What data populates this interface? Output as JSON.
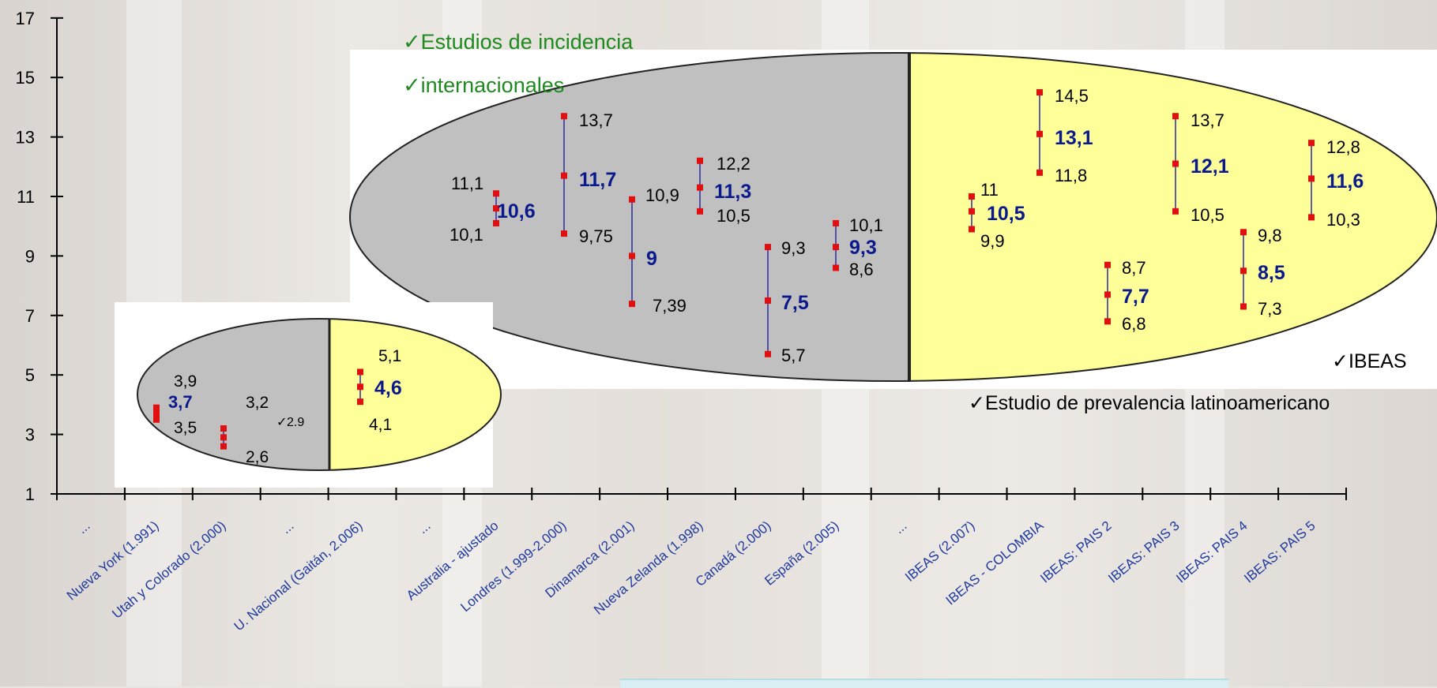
{
  "chart_data": {
    "type": "scatter",
    "subtype": "range-with-midpoint",
    "y_ticks": [
      "17",
      "15",
      "13",
      "11",
      "9",
      "7",
      "5",
      "3",
      "1"
    ],
    "ylim": [
      1,
      17
    ],
    "x_categories": [
      "...",
      "Nueva York (1.991)",
      "Utah y Colorado (2.000)",
      "...",
      "U. Nacional (Gaitán, 2.006)",
      "...",
      "Australia - ajustado",
      "Londres (1.999-2.000)",
      "Dinamarca (2.001)",
      "Nueva Zelanda (1.998)",
      "Canadá (2.000)",
      "España (2.005)",
      "...",
      "IBEAS (2.007)",
      "IBEAS - COLOMBIA",
      "IBEAS: PAIS 2",
      "IBEAS: PAIS 3",
      "IBEAS: PAIS 4",
      "IBEAS: PAIS 5"
    ],
    "ranges": [
      {
        "hi": 3.9,
        "mid": 3.7,
        "lo": 3.5,
        "hi_label": "3,9",
        "mid_label": "3,7",
        "lo_label": "3,5"
      },
      {
        "hi": 3.2,
        "mid": 2.9,
        "lo": 2.6,
        "hi_label": "3,2",
        "mid_label": "2.9",
        "lo_label": "2,6"
      },
      {
        "hi": 5.1,
        "mid": 4.6,
        "lo": 4.1,
        "hi_label": "5,1",
        "mid_label": "4,6",
        "lo_label": "4,1"
      },
      {
        "hi": 11.1,
        "mid": 10.6,
        "lo": 10.1,
        "hi_label": "11,1",
        "mid_label": "10,6",
        "lo_label": "10,1"
      },
      {
        "hi": 13.7,
        "mid": 11.7,
        "lo": 9.75,
        "hi_label": "13,7",
        "mid_label": "11,7",
        "lo_label": "9,75"
      },
      {
        "hi": 10.9,
        "mid": 9,
        "lo": 7.39,
        "hi_label": "10,9",
        "mid_label": "9",
        "lo_label": "7,39"
      },
      {
        "hi": 12.2,
        "mid": 11.3,
        "lo": 10.5,
        "hi_label": "12,2",
        "mid_label": "11,3",
        "lo_label": "10,5"
      },
      {
        "hi": 9.3,
        "mid": 7.5,
        "lo": 5.7,
        "hi_label": "9,3",
        "mid_label": "7,5",
        "lo_label": "5,7"
      },
      {
        "hi": 10.1,
        "mid": 9.3,
        "lo": 8.6,
        "hi_label": "10,1",
        "mid_label": "9,3",
        "lo_label": "8,6"
      },
      {
        "hi": 11,
        "mid": 10.5,
        "lo": 9.9,
        "hi_label": "11",
        "mid_label": "10,5",
        "lo_label": "9,9"
      },
      {
        "hi": 14.5,
        "mid": 13.1,
        "lo": 11.8,
        "hi_label": "14,5",
        "mid_label": "13,1",
        "lo_label": "11,8"
      },
      {
        "hi": 8.7,
        "mid": 7.7,
        "lo": 6.8,
        "hi_label": "8,7",
        "mid_label": "7,7",
        "lo_label": "6,8"
      },
      {
        "hi": 13.7,
        "mid": 12.1,
        "lo": 10.5,
        "hi_label": "13,7",
        "mid_label": "12,1",
        "lo_label": "10,5"
      },
      {
        "hi": 9.8,
        "mid": 8.5,
        "lo": 7.3,
        "hi_label": "9,8",
        "mid_label": "8,5",
        "lo_label": "7,3"
      },
      {
        "hi": 12.8,
        "mid": 11.6,
        "lo": 10.3,
        "hi_label": "12,8",
        "mid_label": "11,6",
        "lo_label": "10,3"
      }
    ],
    "annotations": [
      "✓Estudios de incidencia",
      "✓internacionales",
      "✓IBEAS",
      "✓Estudio de prevalencia latinoamericano"
    ],
    "colors": {
      "marker": "#e01010",
      "line": "#2a2aa0",
      "mid_text": "#0a1a8c",
      "grey_zone": "#c0c0c0",
      "yellow_zone": "#ffff99",
      "green_note": "#1f8a1f"
    }
  }
}
